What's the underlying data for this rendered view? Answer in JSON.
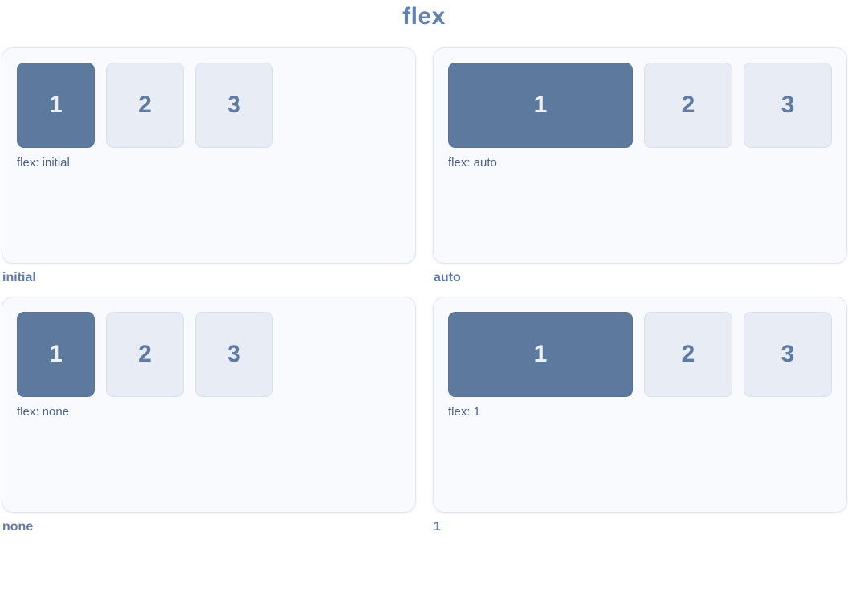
{
  "page": {
    "title": "flex"
  },
  "colors": {
    "accent_box": "#5d7a9e",
    "light_box": "#e8ecf4",
    "light_box_border": "#d8dfee",
    "panel_background": "#f9fafd",
    "panel_border": "#dfe6f1",
    "title_text": "#6081b1",
    "label_text": "#5e7ca9",
    "caption_text": "#4d6182"
  },
  "panels": [
    {
      "id": "initial",
      "label": "initial",
      "caption": "flex: initial",
      "boxes": [
        "1",
        "2",
        "3"
      ]
    },
    {
      "id": "auto",
      "label": "auto",
      "caption": "flex: auto",
      "boxes": [
        "1",
        "2",
        "3"
      ]
    },
    {
      "id": "none",
      "label": "none",
      "caption": "flex: none",
      "boxes": [
        "1",
        "2",
        "3"
      ]
    },
    {
      "id": "one",
      "label": "1",
      "caption": "flex: 1",
      "boxes": [
        "1",
        "2",
        "3"
      ]
    }
  ]
}
